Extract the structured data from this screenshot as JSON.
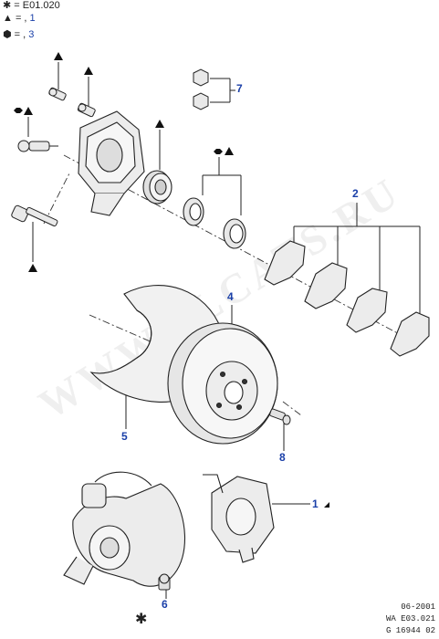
{
  "legend": [
    {
      "symbol": "asterisk-icon",
      "text": "= E01.020",
      "number": ""
    },
    {
      "symbol": "triangle-icon",
      "text": "= , ",
      "number": "1"
    },
    {
      "symbol": "hexagon-icon",
      "text": "= , ",
      "number": "3"
    }
  ],
  "callouts": {
    "c1": "1",
    "c2": "2",
    "c4": "4",
    "c5": "5",
    "c6": "6",
    "c7": "7",
    "c8": "8"
  },
  "stamp": {
    "date": "06-2001",
    "ref1": "WA E03.021",
    "ref2": "G 16944 02"
  },
  "watermark": "WWW.ELCATS.RU",
  "colors": {
    "callout": "#1a3fa8",
    "line": "#222222",
    "part_fill": "#e9e9e9"
  }
}
